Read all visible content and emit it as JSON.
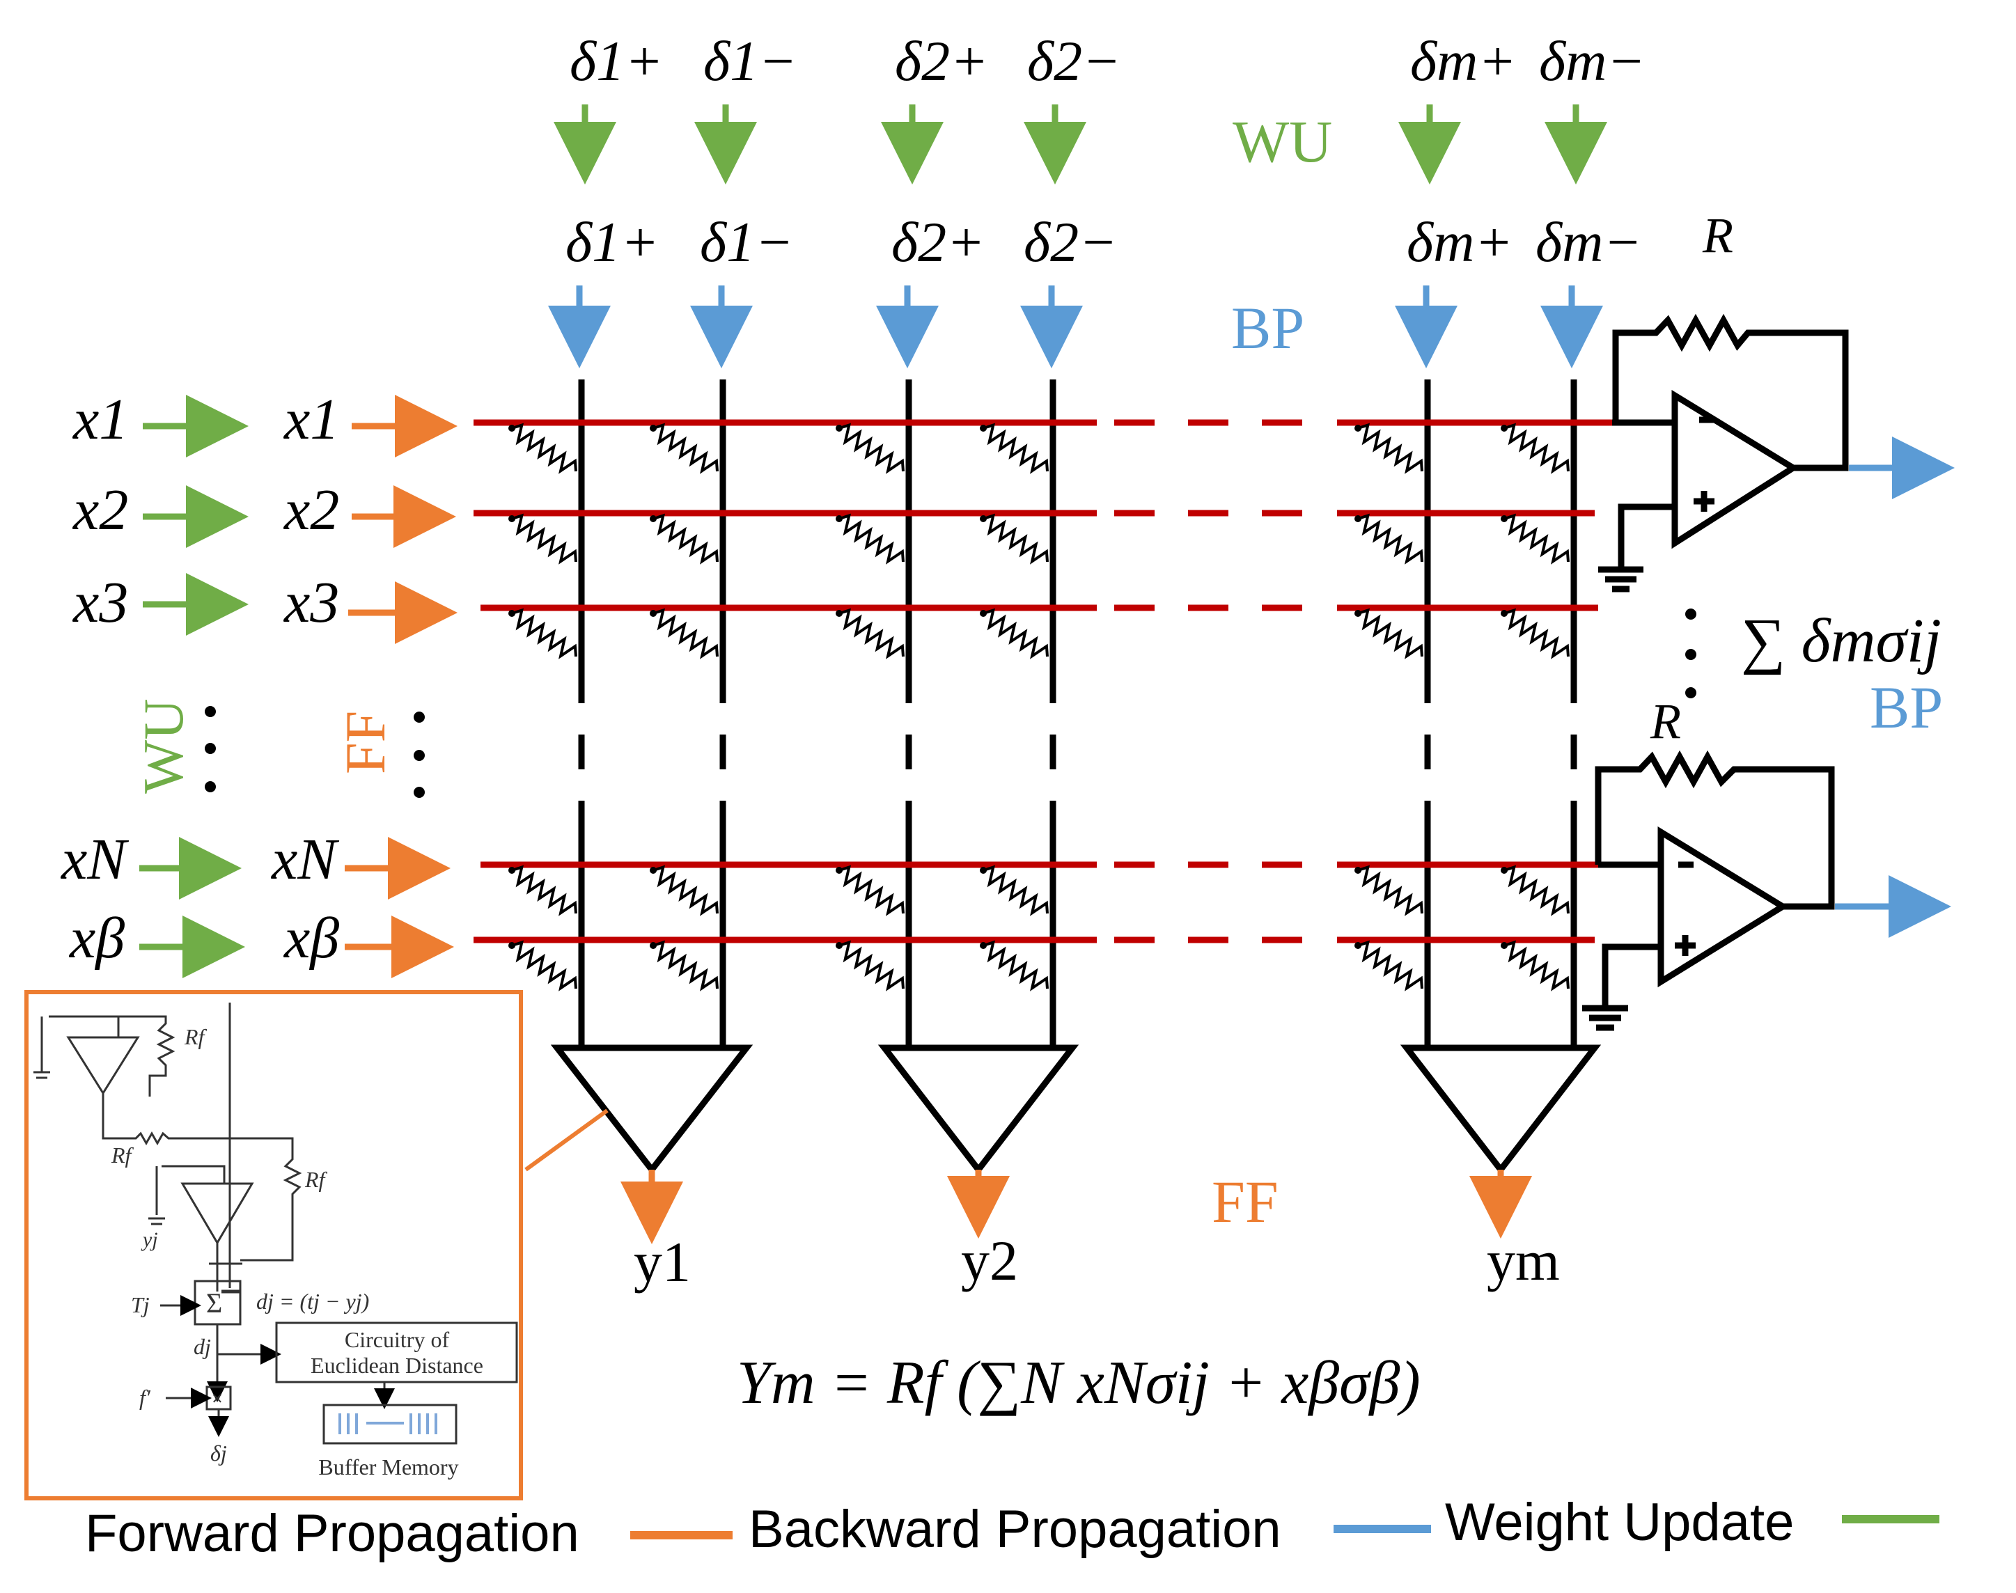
{
  "colors": {
    "forward": "#ED7D31",
    "backward": "#5B9BD5",
    "weight_update": "#70AD47",
    "row_line": "#C00000",
    "wire": "#000000"
  },
  "wu_deltas": [
    "δ1+",
    "δ1−",
    "δ2+",
    "δ2−",
    "δm+",
    "δm−"
  ],
  "bp_deltas": [
    "δ1+",
    "δ1−",
    "δ2+",
    "δ2−",
    "δm+",
    "δm−"
  ],
  "phase_labels": {
    "wu_top": "WU",
    "bp_top": "BP",
    "ff_bottom": "FF",
    "bp_right": "BP",
    "wu_left_vertical": "WU",
    "ff_left_vertical": "FF"
  },
  "inputs": {
    "weight_update_side": [
      "x1",
      "x2",
      "x3",
      "xN",
      "xβ"
    ],
    "forward_side": [
      "x1",
      "x2",
      "x3",
      "xN",
      "xβ"
    ]
  },
  "outputs": [
    "y1",
    "y2",
    "ym"
  ],
  "resistor_label": "R",
  "sum_formula": "∑ δmσij",
  "output_equation": "Ym = Rf (∑N xNσij + xβσβ)",
  "inset": {
    "resistor_label": "Rf",
    "target_label": "Tj",
    "output_label": "yj",
    "sum_symbol": "Σ",
    "difference_formula": "dj = (tj − yj)",
    "difference_label": "dj",
    "derivative_label": "f′",
    "multiply_symbol": "×",
    "delta_label": "δj",
    "distance_box_line1": "Circuitry of",
    "distance_box_line2": "Euclidean Distance",
    "buffer_label": "Buffer Memory"
  },
  "legend": {
    "forward": "Forward Propagation",
    "backward": "Backward Propagation",
    "weight_update": "Weight Update"
  }
}
